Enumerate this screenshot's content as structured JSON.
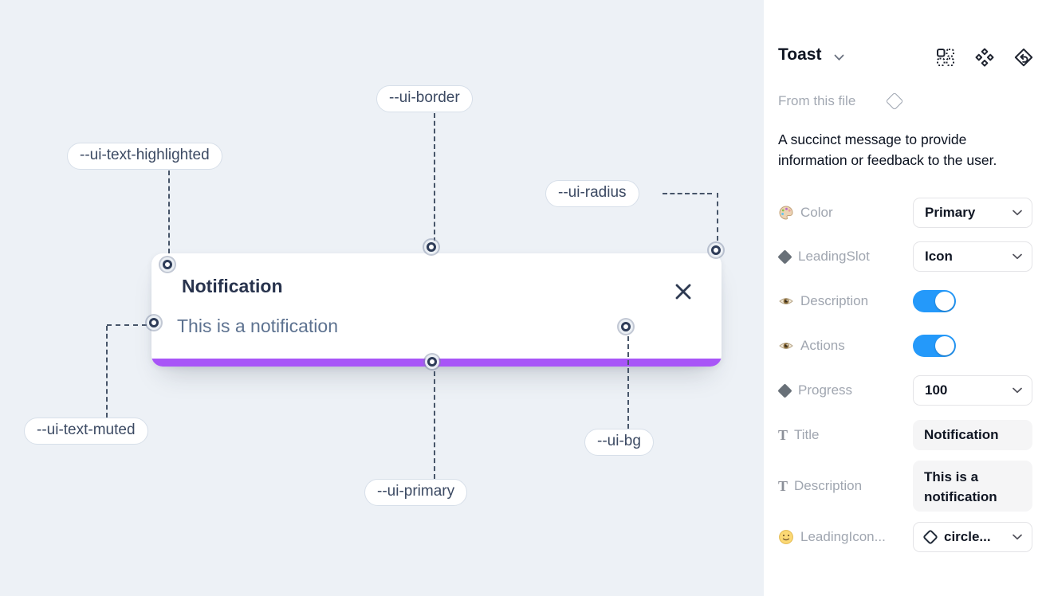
{
  "colors": {
    "canvas_bg": "#edf1f6",
    "primary_purple": "#a855f7",
    "toggle_blue": "#2499fa",
    "connector_navy": "#475569"
  },
  "canvas": {
    "toast": {
      "title": "Notification",
      "description": "This is a notification"
    },
    "labels": [
      {
        "text": "--ui-border"
      },
      {
        "text": "--ui-text-highlighted"
      },
      {
        "text": "--ui-radius"
      },
      {
        "text": "--ui-text-muted"
      },
      {
        "text": "--ui-primary"
      },
      {
        "text": "--ui-bg"
      }
    ]
  },
  "panel": {
    "title": "Toast",
    "source": "From this file",
    "description": "A succinct message to provide information or feedback to the user.",
    "icons": {
      "header": [
        "instance-grid-icon",
        "component-diamonds-icon",
        "diamond-swap-icon"
      ],
      "source": "diamond-outline-icon",
      "row": [
        "palette-icon",
        "diamond-icon",
        "eye-icon",
        "eye-icon",
        "diamond-icon",
        "text-type-icon",
        "text-type-icon",
        "smiley-icon"
      ]
    },
    "properties": [
      {
        "label": "Color",
        "control": "select",
        "value": "Primary"
      },
      {
        "label": "LeadingSlot",
        "control": "select",
        "value": "Icon"
      },
      {
        "label": "Description",
        "control": "toggle",
        "value": "on"
      },
      {
        "label": "Actions",
        "control": "toggle",
        "value": "on"
      },
      {
        "label": "Progress",
        "control": "select",
        "value": "100"
      },
      {
        "label": "Title",
        "control": "text",
        "value": "Notification"
      },
      {
        "label": "Description",
        "control": "text",
        "value": "This is a notification"
      },
      {
        "label": "LeadingIcon...",
        "control": "select",
        "value": "circle..."
      }
    ]
  }
}
